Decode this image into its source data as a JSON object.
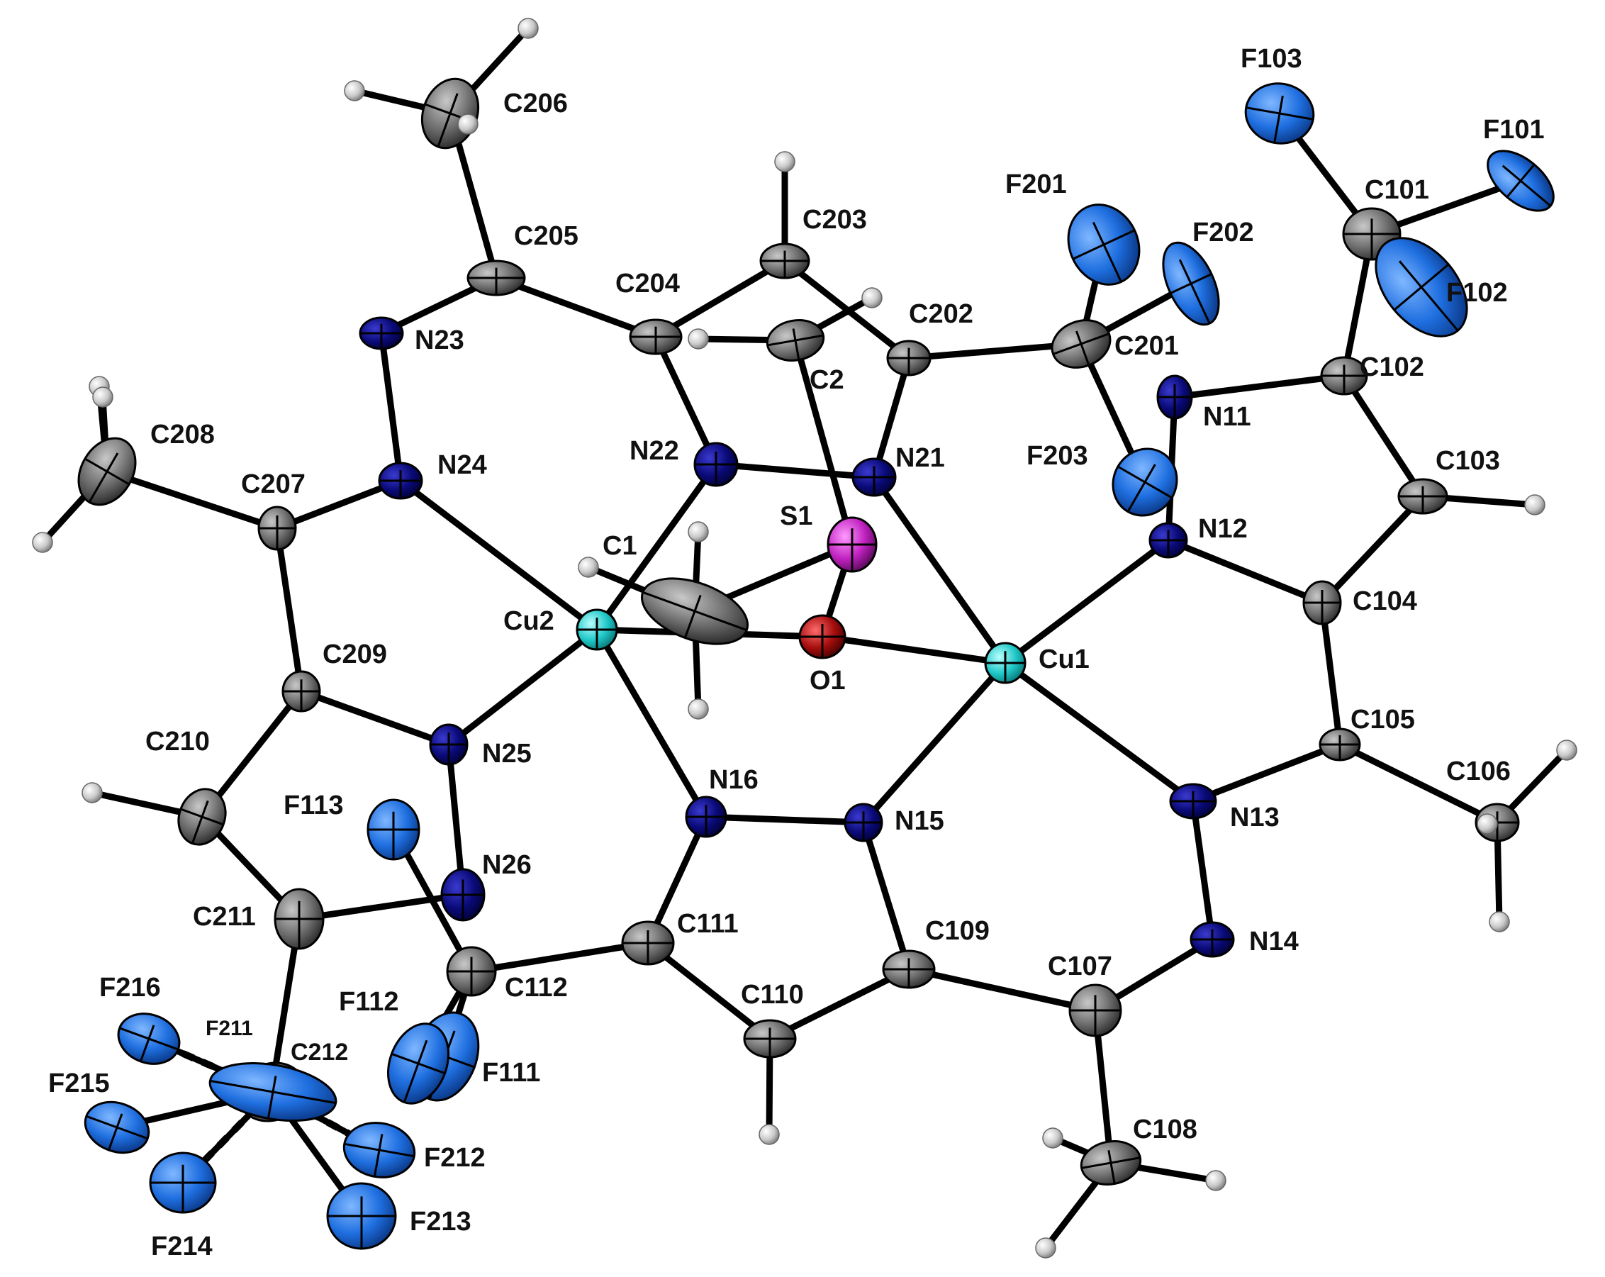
{
  "colors": {
    "carbon": "#6e6e6e",
    "nitrogen": "#0a0a6e",
    "fluorine": "#1f6fe0",
    "copper": "#1fc7c7",
    "oxygen": "#a50d0d",
    "sulfur": "#c021c0",
    "hydrogen": "#c9c9c9",
    "bond": "#000000"
  },
  "labels": {
    "C206": "C206",
    "C205": "C205",
    "C204": "C204",
    "C203": "C203",
    "C202": "C202",
    "C201": "C201",
    "C2": "C2",
    "C1": "C1",
    "N23": "N23",
    "N24": "N24",
    "N22": "N22",
    "N21": "N21",
    "C208": "C208",
    "C207": "C207",
    "C209": "C209",
    "C210": "C210",
    "C211": "C211",
    "C212": "C212",
    "C112": "C112",
    "C111": "C111",
    "C110": "C110",
    "C109": "C109",
    "C107": "C107",
    "C108": "C108",
    "C106": "C106",
    "C105": "C105",
    "C104": "C104",
    "C103": "C103",
    "C102": "C102",
    "C101": "C101",
    "N11": "N11",
    "N12": "N12",
    "N13": "N13",
    "N14": "N14",
    "N15": "N15",
    "N16": "N16",
    "N25": "N25",
    "N26": "N26",
    "S1": "S1",
    "O1": "O1",
    "Cu1": "Cu1",
    "Cu2": "Cu2",
    "F101": "F101",
    "F102": "F102",
    "F103": "F103",
    "F201": "F201",
    "F202": "F202",
    "F203": "F203",
    "F111": "F111",
    "F112": "F112",
    "F113": "F113",
    "F211": "F211",
    "F212": "F212",
    "F213": "F213",
    "F214": "F214",
    "F215": "F215",
    "F216": "F216"
  }
}
